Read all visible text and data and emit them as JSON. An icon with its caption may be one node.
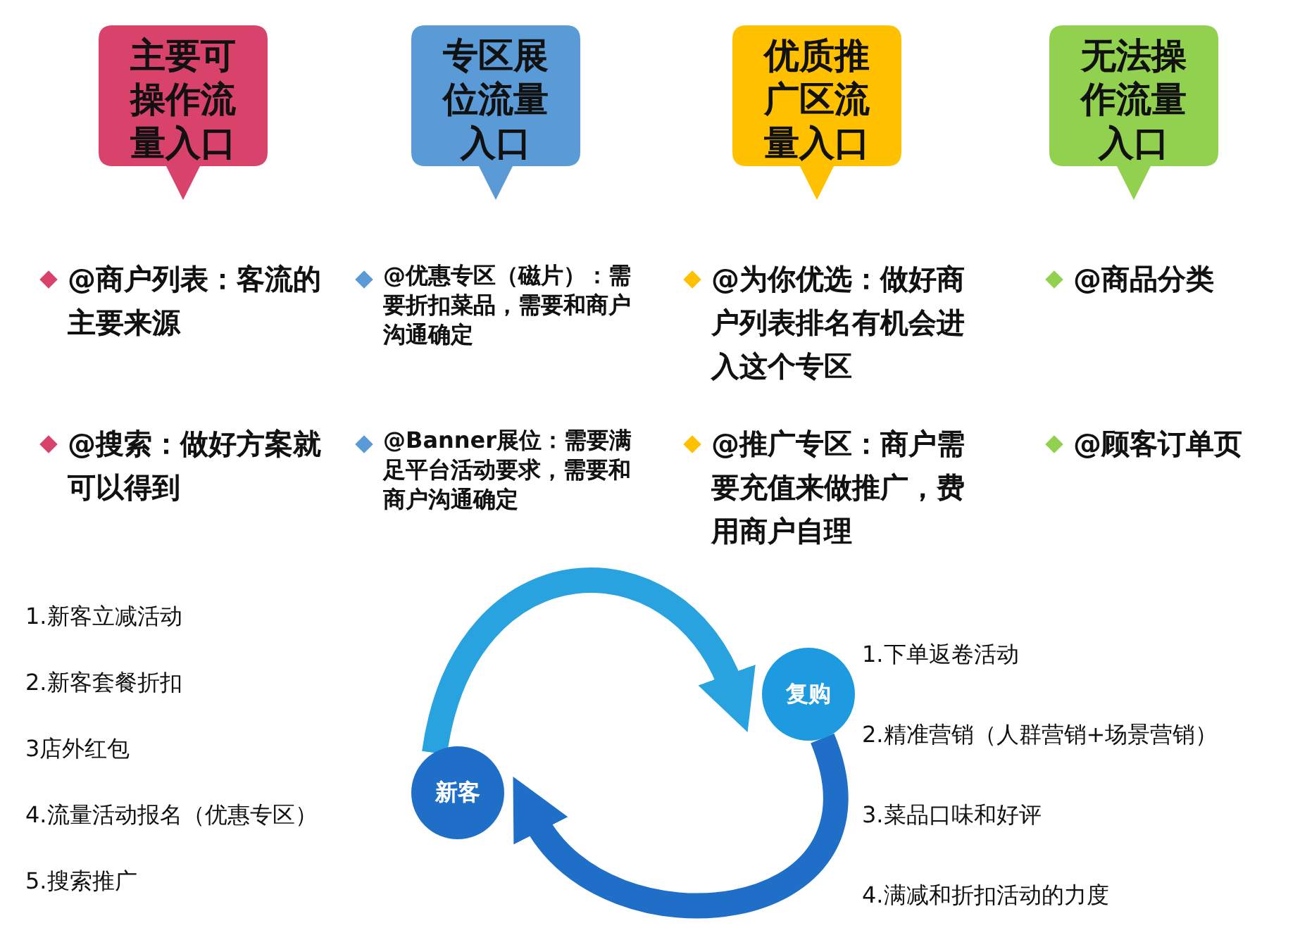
{
  "diagram": {
    "nodes": [
      {
        "text": [
          "主要可操作流量入口"
        ]
      },
      {
        "text": [
          "专区展位流量入口"
        ]
      },
      {
        "text": [
          "优质推广区流量入口"
        ]
      },
      {
        "text": [
          "无法操作流量入口"
        ]
      },
      {
        "text": [
          "新客"
        ]
      },
      {
        "text": [
          "复购"
        ]
      }
    ],
    "edges": [
      {
        "from": 4,
        "to": 5,
        "arrow": "to"
      },
      {
        "from": 5,
        "to": 4,
        "arrow": "to",
        "color": "#1f6fc9"
      }
    ],
    "labels": [
      "@商户列表：客流的主要来源",
      "@优惠专区（磁片）：需要折扣菜品，需要和商户沟通确定",
      "@为你优选：做好商户列表排名有机会进入这个专区",
      "@商品分类",
      "@搜索：做好方案就可以得到",
      "@Banner展位：需要满足平台活动要求，需要和商户沟通确定",
      "@推广专区：商户需要充值来做推广，费用商户自理",
      "@顾客订单页",
      "1.新客立减活动",
      "2.新客套餐折扣",
      "3店外红包",
      "4.流量活动报名（优惠专区）",
      "5.搜索推广",
      "1.下单返卷活动",
      "2.精准营销（人群营销+场景营销）",
      "3.菜品口味和好评",
      "4.满减和折扣活动的力度"
    ]
  }
}
